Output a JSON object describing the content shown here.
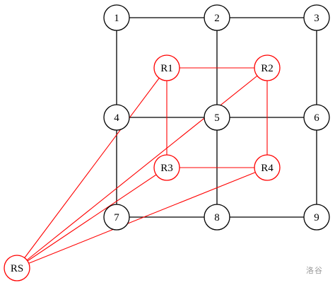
{
  "colors": {
    "black": "#000000",
    "red": "#ff0000",
    "background": "#ffffff",
    "watermark": "#9a9a9a"
  },
  "nodes": [
    {
      "id": "1",
      "label": "1",
      "color": "black"
    },
    {
      "id": "2",
      "label": "2",
      "color": "black"
    },
    {
      "id": "3",
      "label": "3",
      "color": "black"
    },
    {
      "id": "4",
      "label": "4",
      "color": "black"
    },
    {
      "id": "5",
      "label": "5",
      "color": "black"
    },
    {
      "id": "6",
      "label": "6",
      "color": "black"
    },
    {
      "id": "7",
      "label": "7",
      "color": "black"
    },
    {
      "id": "8",
      "label": "8",
      "color": "black"
    },
    {
      "id": "9",
      "label": "9",
      "color": "black"
    },
    {
      "id": "R1",
      "label": "R1",
      "color": "red"
    },
    {
      "id": "R2",
      "label": "R2",
      "color": "red"
    },
    {
      "id": "R3",
      "label": "R3",
      "color": "red"
    },
    {
      "id": "R4",
      "label": "R4",
      "color": "red"
    },
    {
      "id": "RS",
      "label": "RS",
      "color": "red"
    }
  ],
  "edges": [
    {
      "from": "1",
      "to": "2",
      "color": "black"
    },
    {
      "from": "2",
      "to": "3",
      "color": "black"
    },
    {
      "from": "4",
      "to": "5",
      "color": "black"
    },
    {
      "from": "5",
      "to": "6",
      "color": "black"
    },
    {
      "from": "7",
      "to": "8",
      "color": "black"
    },
    {
      "from": "8",
      "to": "9",
      "color": "black"
    },
    {
      "from": "1",
      "to": "4",
      "color": "black"
    },
    {
      "from": "4",
      "to": "7",
      "color": "black"
    },
    {
      "from": "2",
      "to": "5",
      "color": "black"
    },
    {
      "from": "5",
      "to": "8",
      "color": "black"
    },
    {
      "from": "3",
      "to": "6",
      "color": "black"
    },
    {
      "from": "6",
      "to": "9",
      "color": "black"
    },
    {
      "from": "R1",
      "to": "R2",
      "color": "red"
    },
    {
      "from": "R1",
      "to": "R3",
      "color": "red"
    },
    {
      "from": "R2",
      "to": "R4",
      "color": "red"
    },
    {
      "from": "R3",
      "to": "R4",
      "color": "red"
    },
    {
      "from": "RS",
      "to": "R1",
      "color": "red"
    },
    {
      "from": "RS",
      "to": "R2",
      "color": "red"
    },
    {
      "from": "RS",
      "to": "R3",
      "color": "red"
    },
    {
      "from": "RS",
      "to": "R4",
      "color": "red"
    }
  ],
  "watermark": "洛谷"
}
